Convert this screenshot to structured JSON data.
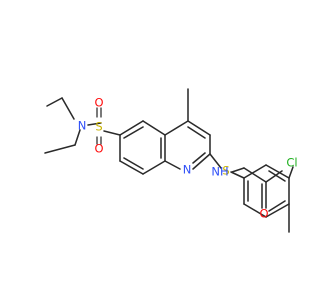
{
  "molecule": {
    "atoms": [
      {
        "id": "n_sulfonamide",
        "label": "N",
        "color": "#3050f8"
      },
      {
        "id": "s_sulfonyl",
        "label": "S",
        "color": "#c8b400"
      },
      {
        "id": "o_sulfonyl_top",
        "label": "O",
        "color": "#ff0d0d"
      },
      {
        "id": "o_sulfonyl_bottom",
        "label": "O",
        "color": "#ff0d0d"
      },
      {
        "id": "n_quinoline",
        "label": "N",
        "color": "#3050f8"
      },
      {
        "id": "s_thioether",
        "label": "S",
        "color": "#c8b400"
      },
      {
        "id": "o_carbonyl",
        "label": "O",
        "color": "#ff0d0d"
      },
      {
        "id": "nh_amide",
        "label": "NH",
        "color": "#3050f8"
      },
      {
        "id": "cl",
        "label": "Cl",
        "color": "#1fb01f"
      }
    ],
    "bond_color": "#2b2b2b"
  }
}
